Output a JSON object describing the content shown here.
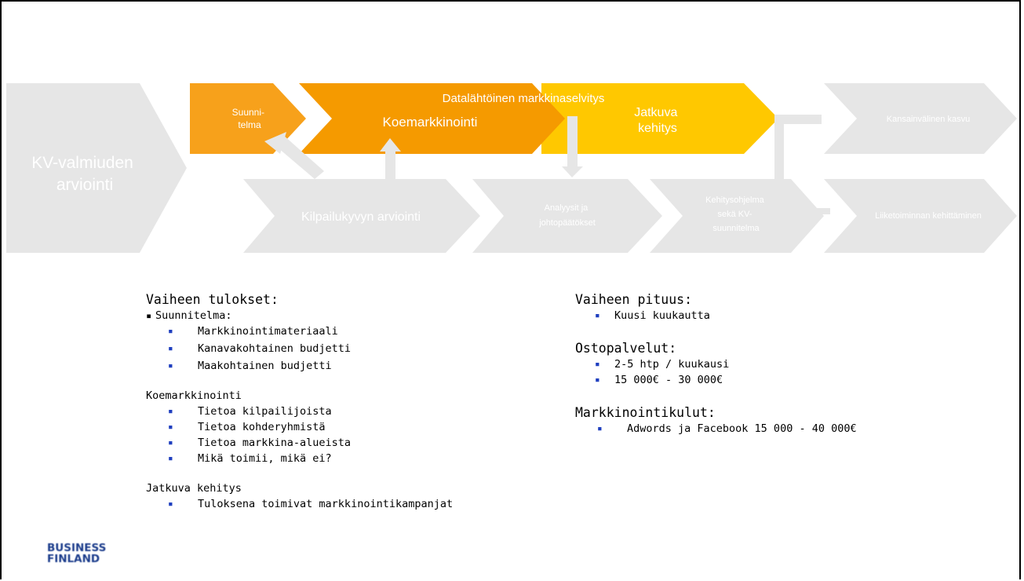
{
  "diagram": {
    "kv_assessment": "KV-valmiuden\narviointi",
    "plan": "Suunni-\ntelma",
    "test_marketing": "Koemarkkinointi",
    "data_driven": "Datalähtöinen markkinaselvitys",
    "continuous": "Jatkuva\nkehitys",
    "international_growth": "Kansainvälinen kasvu",
    "competitiveness": "Kilpailukyvyn arviointi",
    "analyses": "Analyysit ja\njohtopäätökset",
    "dev_program": "Kehitysohjelma\nsekä KV-\nsuunnitelma",
    "business_dev": "Liiketoiminnan kehittäminen",
    "colors": {
      "gray": "#e6e6e6",
      "orange_light": "#f7a11b",
      "orange": "#f59a00",
      "yellow": "#ffc800",
      "gray_text": "#ffffff"
    }
  },
  "left": {
    "results_heading": "Vaiheen tulokset:",
    "plan_item": "Suunnitelma:",
    "plan_sub": [
      "Markkinointimateriaali",
      "Kanavakohtainen budjetti",
      "Maakohtainen budjetti"
    ],
    "test_heading": "Koemarkkinointi",
    "test_sub": [
      "Tietoa kilpailijoista",
      "Tietoa kohderyhmistä",
      "Tietoa markkina-alueista",
      "Mikä toimii, mikä ei?"
    ],
    "cont_heading": "Jatkuva kehitys",
    "cont_sub": [
      "Tuloksena toimivat markkinointikampanjat"
    ]
  },
  "right": {
    "duration_heading": "Vaiheen pituus:",
    "duration_items": [
      "Kuusi kuukautta"
    ],
    "services_heading": "Ostopalvelut:",
    "services_items": [
      "2-5 htp / kuukausi",
      "15 000€ - 30 000€"
    ],
    "costs_heading": "Markkinointikulut:",
    "costs_items": [
      "Adwords ja Facebook 15 000 - 40 000€"
    ]
  },
  "logo": {
    "line1": "BUSINESS",
    "line2": "FINLAND"
  }
}
